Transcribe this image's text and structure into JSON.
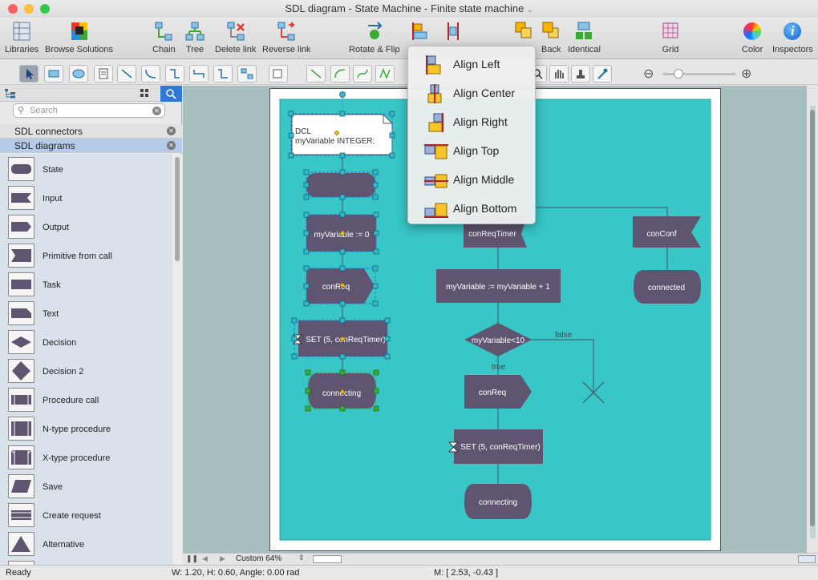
{
  "window": {
    "title": "SDL diagram - State Machine - Finite state machine"
  },
  "toolbar": {
    "libraries": "Libraries",
    "browse_solutions": "Browse Solutions",
    "chain": "Chain",
    "tree": "Tree",
    "delete_link": "Delete link",
    "reverse_link": "Reverse link",
    "rotate_flip": "Rotate & Flip",
    "back": "Back",
    "identical": "Identical",
    "grid": "Grid",
    "color": "Color",
    "inspectors": "Inspectors"
  },
  "align_menu": {
    "items": [
      "Align Left",
      "Align Center",
      "Align Right",
      "Align Top",
      "Align Middle",
      "Align Bottom"
    ]
  },
  "sidebar": {
    "search_placeholder": "Search",
    "libraries": [
      "SDL connectors",
      "SDL diagrams"
    ],
    "shapes": [
      "State",
      "Input",
      "Output",
      "Primitive from call",
      "Task",
      "Text",
      "Decision",
      "Decision 2",
      "Procedure call",
      "N-type procedure",
      "X-type procedure",
      "Save",
      "Create request",
      "Alternative"
    ]
  },
  "diagram": {
    "dcl_line1": "DCL",
    "dcl_line2": "myVariable INTEGER;",
    "left_task": "myVariable := 0",
    "left_output": "conReq",
    "left_timer": "SET (5, conReqTimer)",
    "left_state": "connecting",
    "input_timer": "conReqTimer",
    "input_conf": "conConf",
    "state_connected": "connected",
    "task_increment": "myVariable := myVariable + 1",
    "decision": "myVariable<10",
    "label_false": "false",
    "label_true": "true",
    "output_conreq": "conReq",
    "set_timer": "SET (5, conReqTimer)",
    "state_connecting": "connecting",
    "canvas_color": "#38c6c6",
    "shape_color": "#5f5570",
    "accent_color": "#1e73d8"
  },
  "bottom": {
    "zoom": "Custom 64%"
  },
  "status": {
    "ready": "Ready",
    "dimensions": "W: 1.20,  H: 0.60,  Angle: 0.00 rad",
    "mouse": "M: [ 2.53, -0.43 ]"
  }
}
